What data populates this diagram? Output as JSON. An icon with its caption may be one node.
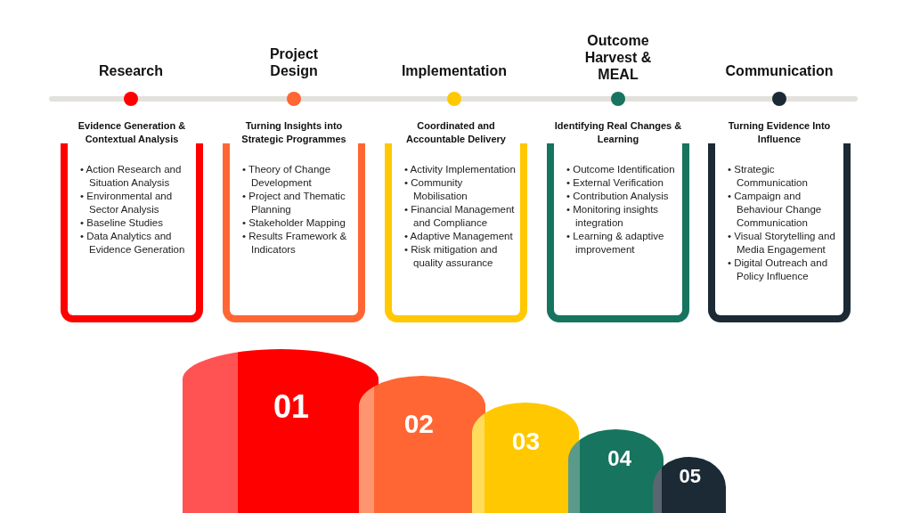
{
  "diagram": {
    "nodes": [
      {
        "text": [
          "Research"
        ]
      },
      {
        "text": [
          "Project Design"
        ]
      },
      {
        "text": [
          "Implementation"
        ]
      },
      {
        "text": [
          "Outcome Harvest & MEAL"
        ]
      },
      {
        "text": [
          "Communication"
        ]
      },
      {
        "text": [
          "Evidence Generation & Contextual Analysis",
          "• Action Research and Situation Analysis",
          "• Environmental and Sector Analysis",
          "• Baseline Studies",
          "• Data Analytics and Evidence Generation"
        ]
      },
      {
        "text": [
          "Turning Insights into Strategic Programmes",
          "• Theory of Change Development",
          "• Project and Thematic Planning",
          "• Stakeholder Mapping",
          "• Results Framework & Indicators"
        ]
      },
      {
        "text": [
          "Coordinated and Accountable Delivery",
          "• Activity Implementation",
          "• Community Mobilisation",
          "• Financial Management  and Compliance",
          "• Adaptive Management",
          "• Risk mitigation and quality assurance"
        ]
      },
      {
        "text": [
          "Identifying Real Changes & Learning",
          "• Outcome Identification",
          "• External Verification",
          "• Contribution Analysis",
          "• Monitoring insights integration",
          "• Learning & adaptive improvement"
        ]
      },
      {
        "text": [
          "Turning Evidence Into Influence",
          "• Strategic Communication",
          "• Campaign and Behaviour Change Communication",
          "• Visual Storytelling and Media Engagement",
          "• Digital Outreach and Policy Influence"
        ]
      },
      {
        "text": [
          "01"
        ]
      },
      {
        "text": [
          "02"
        ]
      },
      {
        "text": [
          "03"
        ]
      },
      {
        "text": [
          "04"
        ]
      },
      {
        "text": [
          "05"
        ]
      }
    ],
    "edges": []
  }
}
